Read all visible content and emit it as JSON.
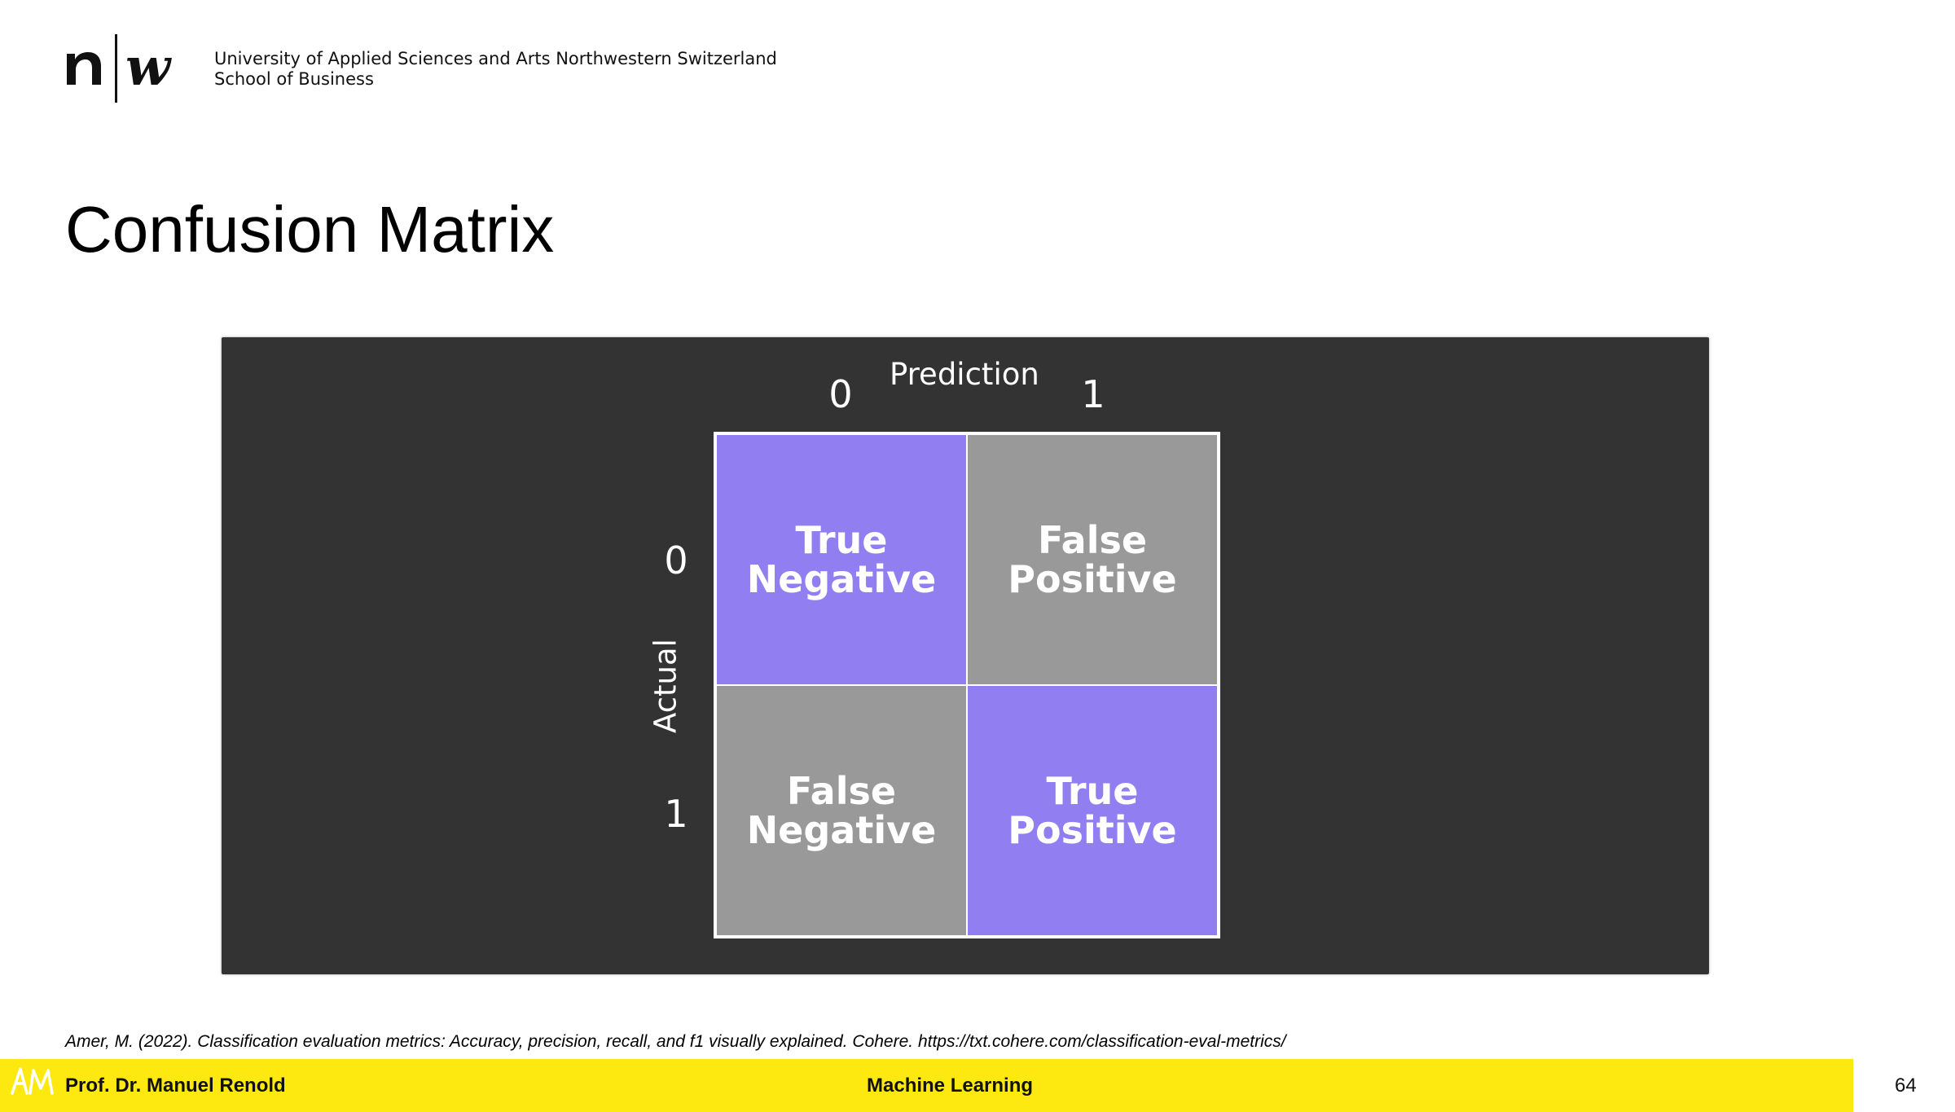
{
  "header": {
    "institution_line1": "University of Applied Sciences and Arts Northwestern Switzerland",
    "institution_line2": "School of Business",
    "logo_icon": "fhnw-logo"
  },
  "slide": {
    "title": "Confusion Matrix"
  },
  "figure": {
    "prediction_label": "Prediction",
    "actual_label": "Actual",
    "prediction_ticks": [
      "0",
      "1"
    ],
    "actual_ticks": [
      "0",
      "1"
    ],
    "cells": [
      {
        "line1": "True",
        "line2": "Negative",
        "color": "#917ff2"
      },
      {
        "line1": "False",
        "line2": "Positive",
        "color": "#999999"
      },
      {
        "line1": "False",
        "line2": "Negative",
        "color": "#999999"
      },
      {
        "line1": "True",
        "line2": "Positive",
        "color": "#917ff2"
      }
    ],
    "background_color": "#333333"
  },
  "citation": "Amer, M. (2022). Classification evaluation metrics: Accuracy, precision, recall, and f1 visually explained. Cohere. https://txt.cohere.com/classification-eval-metrics/",
  "footer": {
    "author": "Prof. Dr. Manuel Renold",
    "course": "Machine Learning",
    "page_number": "64",
    "logo_icon": "am-logo",
    "bar_color": "#fde910"
  }
}
